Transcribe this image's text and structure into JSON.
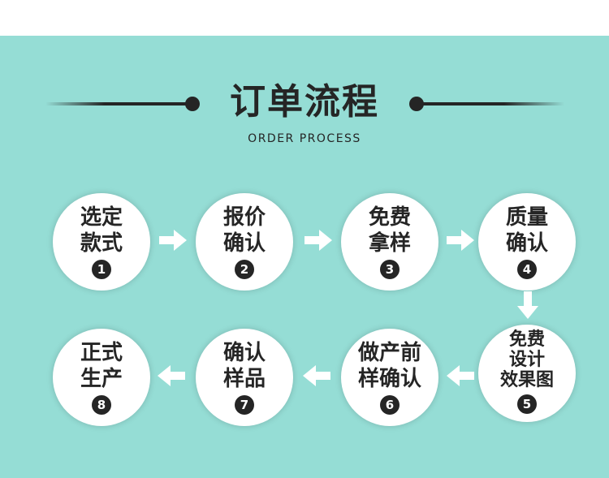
{
  "header": {
    "title": "订单流程",
    "subtitle": "ORDER PROCESS"
  },
  "colors": {
    "background": "#95ddd5",
    "circle": "#ffffff",
    "text": "#252525",
    "arrow": "#ffffff"
  },
  "steps": [
    {
      "number": "1",
      "line1": "选定",
      "line2": "款式",
      "line3": ""
    },
    {
      "number": "2",
      "line1": "报价",
      "line2": "确认",
      "line3": ""
    },
    {
      "number": "3",
      "line1": "免费",
      "line2": "拿样",
      "line3": ""
    },
    {
      "number": "4",
      "line1": "质量",
      "line2": "确认",
      "line3": ""
    },
    {
      "number": "5",
      "line1": "免费",
      "line2": "设计",
      "line3": "效果图"
    },
    {
      "number": "6",
      "line1": "做产前",
      "line2": "样确认",
      "line3": ""
    },
    {
      "number": "7",
      "line1": "确认",
      "line2": "样品",
      "line3": ""
    },
    {
      "number": "8",
      "line1": "正式",
      "line2": "生产",
      "line3": ""
    }
  ]
}
